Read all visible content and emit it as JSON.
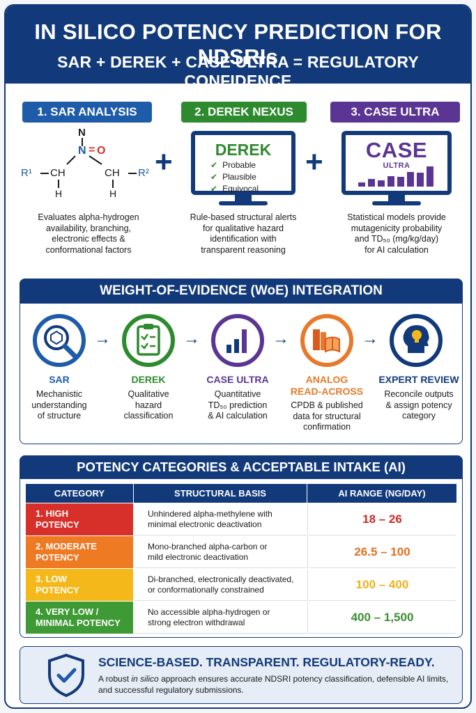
{
  "header": {
    "title": "IN SILICO POTENCY PREDICTION FOR NDSRIs",
    "subtitle": "SAR + DEREK + CASE ULTRA = REGULATORY CONFIDENCE"
  },
  "tools": [
    {
      "label": "1. SAR ANALYSIS",
      "color": "#1e5ba8",
      "desc": [
        "Evaluates alpha-hydrogen",
        "availability, branching,",
        "electronic effects &",
        "conformational factors"
      ]
    },
    {
      "label": "2. DEREK NEXUS",
      "color": "#2e8a2e",
      "desc": [
        "Rule-based structural alerts",
        "for qualitative hazard",
        "identification with",
        "transparent reasoning"
      ]
    },
    {
      "label": "3. CASE ULTRA",
      "color": "#5b3593",
      "desc": [
        "Statistical models provide",
        "mutagenicity probability",
        "and TD₅₀ (mg/kg/day)",
        "for AI calculation"
      ]
    }
  ],
  "molecule": {
    "n_top": "N",
    "n": "N",
    "eq": "=",
    "o": "O",
    "r1": "R¹",
    "r2": "R²",
    "ch_left": "CH",
    "ch_right": "CH",
    "h": "H"
  },
  "derek_screen": {
    "title": "DEREK",
    "items": [
      "Probable",
      "Plausible",
      "Equivocal"
    ]
  },
  "case_screen": {
    "title": "CASE",
    "subtitle": "ULTRA",
    "bars": [
      0.2,
      0.35,
      0.3,
      0.5,
      0.45,
      0.7,
      0.65,
      0.95
    ]
  },
  "plus": "+",
  "woe": {
    "title": "WEIGHT-OF-EVIDENCE (WoE) INTEGRATION",
    "arrow": "→",
    "steps": [
      {
        "label": [
          "SAR"
        ],
        "desc": [
          "Mechanistic",
          "understanding",
          "of structure"
        ],
        "color": "#1e5ba8",
        "icon": "magnifier-molecule-icon"
      },
      {
        "label": [
          "DEREK"
        ],
        "desc": [
          "Qualitative",
          "hazard",
          "classification"
        ],
        "color": "#2e8a2e",
        "icon": "clipboard-check-icon"
      },
      {
        "label": [
          "CASE ULTRA"
        ],
        "desc": [
          "Quantitative",
          "TD₅₀ prediction",
          "& AI calculation"
        ],
        "color": "#5b3593",
        "icon": "bar-chart-icon"
      },
      {
        "label": [
          "ANALOG",
          "READ-ACROSS"
        ],
        "desc": [
          "CPDB & published",
          "data for structural",
          "confirmation"
        ],
        "color": "#e8792a",
        "icon": "books-icon"
      },
      {
        "label": [
          "EXPERT REVIEW"
        ],
        "desc": [
          "Reconcile outputs",
          "& assign potency",
          "category"
        ],
        "color": "#123a7a",
        "icon": "head-lightbulb-icon"
      }
    ]
  },
  "potency": {
    "title": "POTENCY CATEGORIES & ACCEPTABLE INTAKE (AI)",
    "headers": [
      "CATEGORY",
      "STRUCTURAL BASIS",
      "AI RANGE (NG/DAY)"
    ],
    "rows": [
      {
        "category": [
          "1. HIGH",
          "POTENCY"
        ],
        "basis": [
          "Unhindered alpha-methylene with",
          "minimal electronic deactivation"
        ],
        "range": "18 – 26",
        "color": "#d72f2a",
        "text_color": "#cf2a25"
      },
      {
        "category": [
          "2. MODERATE",
          "POTENCY"
        ],
        "basis": [
          "Mono-branched alpha-carbon or",
          "mild electronic deactivation"
        ],
        "range": "26.5 – 100",
        "color": "#ee7a24",
        "text_color": "#e3701f"
      },
      {
        "category": [
          "3. LOW",
          "POTENCY"
        ],
        "basis": [
          "Di-branched, electronically deactivated,",
          "or conformationally constrained"
        ],
        "range": "100 – 400",
        "color": "#f5b81b",
        "text_color": "#ecb21a"
      },
      {
        "category": [
          "4. VERY LOW /",
          "MINIMAL POTENCY"
        ],
        "basis": [
          "No accessible alpha-hydrogen or",
          "strong electron withdrawal"
        ],
        "range": "400 – 1,500",
        "color": "#3e9a34",
        "text_color": "#3a8f30"
      }
    ]
  },
  "footer": {
    "title": "SCIENCE-BASED.  TRANSPARENT.  REGULATORY-READY.",
    "text_pre": "A robust ",
    "text_em": "in silico",
    "text_post": " approach ensures accurate NDSRI potency classification, defensible AI limits, and successful regulatory submissions.",
    "icon": "shield-check-icon"
  },
  "colors": {
    "navy": "#123a7a"
  }
}
